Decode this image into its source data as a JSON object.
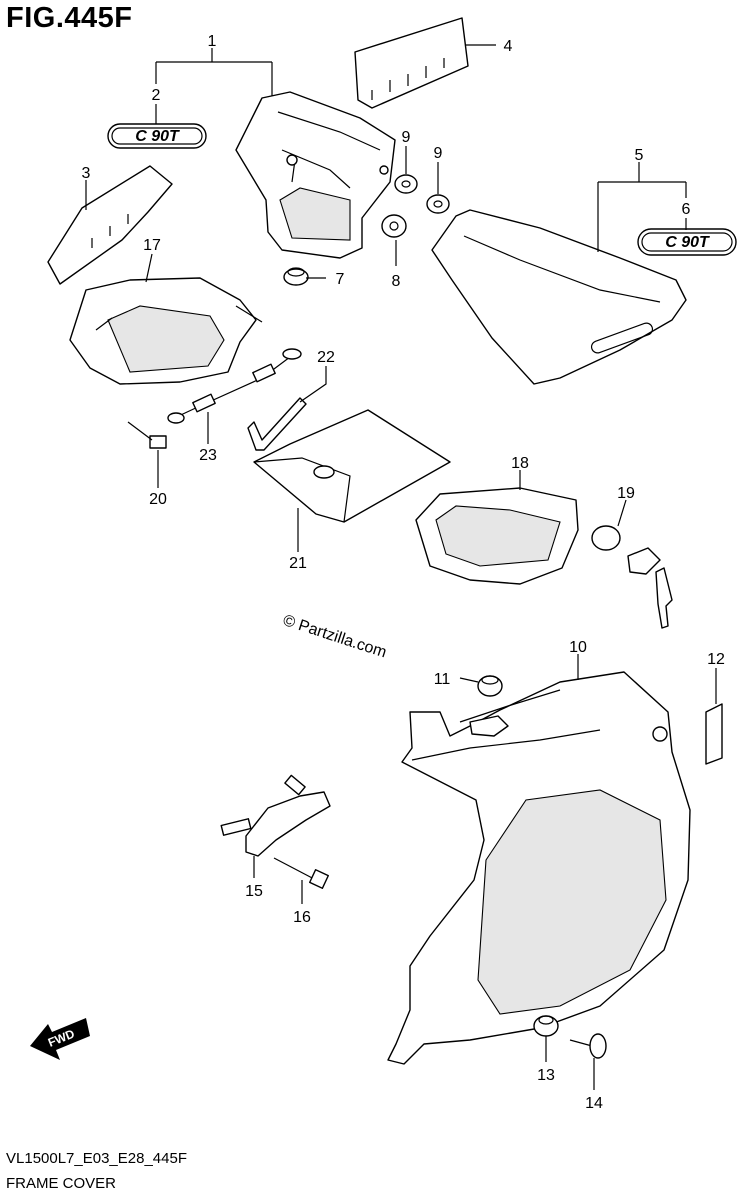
{
  "figure": {
    "title": "FIG.445F",
    "model_code": "VL1500L7_E03_E28_445F",
    "section_title": "FRAME COVER",
    "watermark": "© Partzilla.com"
  },
  "emblem_text": "C 90T",
  "fwd_label": "FWD",
  "callouts": [
    "1",
    "2",
    "3",
    "4",
    "5",
    "6",
    "7",
    "8",
    "9",
    "9",
    "10",
    "11",
    "12",
    "13",
    "14",
    "15",
    "16",
    "17",
    "18",
    "19",
    "20",
    "21",
    "22",
    "23"
  ]
}
